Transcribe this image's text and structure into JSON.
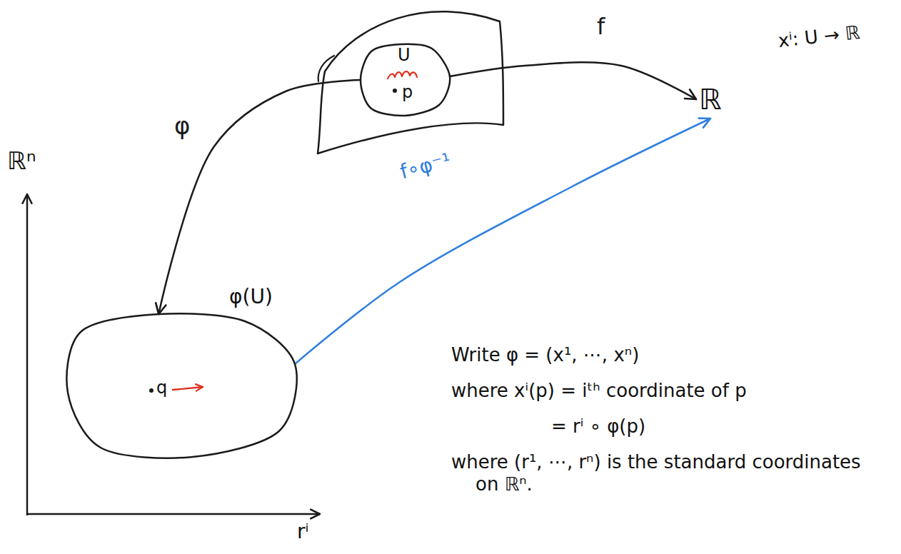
{
  "diagram": {
    "nodes": [
      {
        "text": [
          "U",
          "p"
        ]
      },
      {
        "text": [
          "ℝ"
        ]
      },
      {
        "text": [
          "φ(U)",
          "q"
        ]
      }
    ],
    "edges": [
      {
        "from": 0,
        "to": 1,
        "arrow": "to",
        "label": "f"
      },
      {
        "from": 0,
        "to": 2,
        "arrow": "to",
        "label": "φ"
      },
      {
        "from": 2,
        "to": 1,
        "arrow": "to",
        "label": "f∘φ⁻¹"
      }
    ],
    "labels": [
      "ℝⁿ",
      "rⁱ",
      "xⁱ: U → ℝ",
      "Write φ = (x¹, ⋯, xⁿ)",
      "where xⁱ(p) = iᵗʰ coordinate of p",
      "= rⁱ ∘ φ(p)",
      "where (r¹, ⋯, rⁿ) is the standard coordinates on ℝⁿ."
    ]
  }
}
